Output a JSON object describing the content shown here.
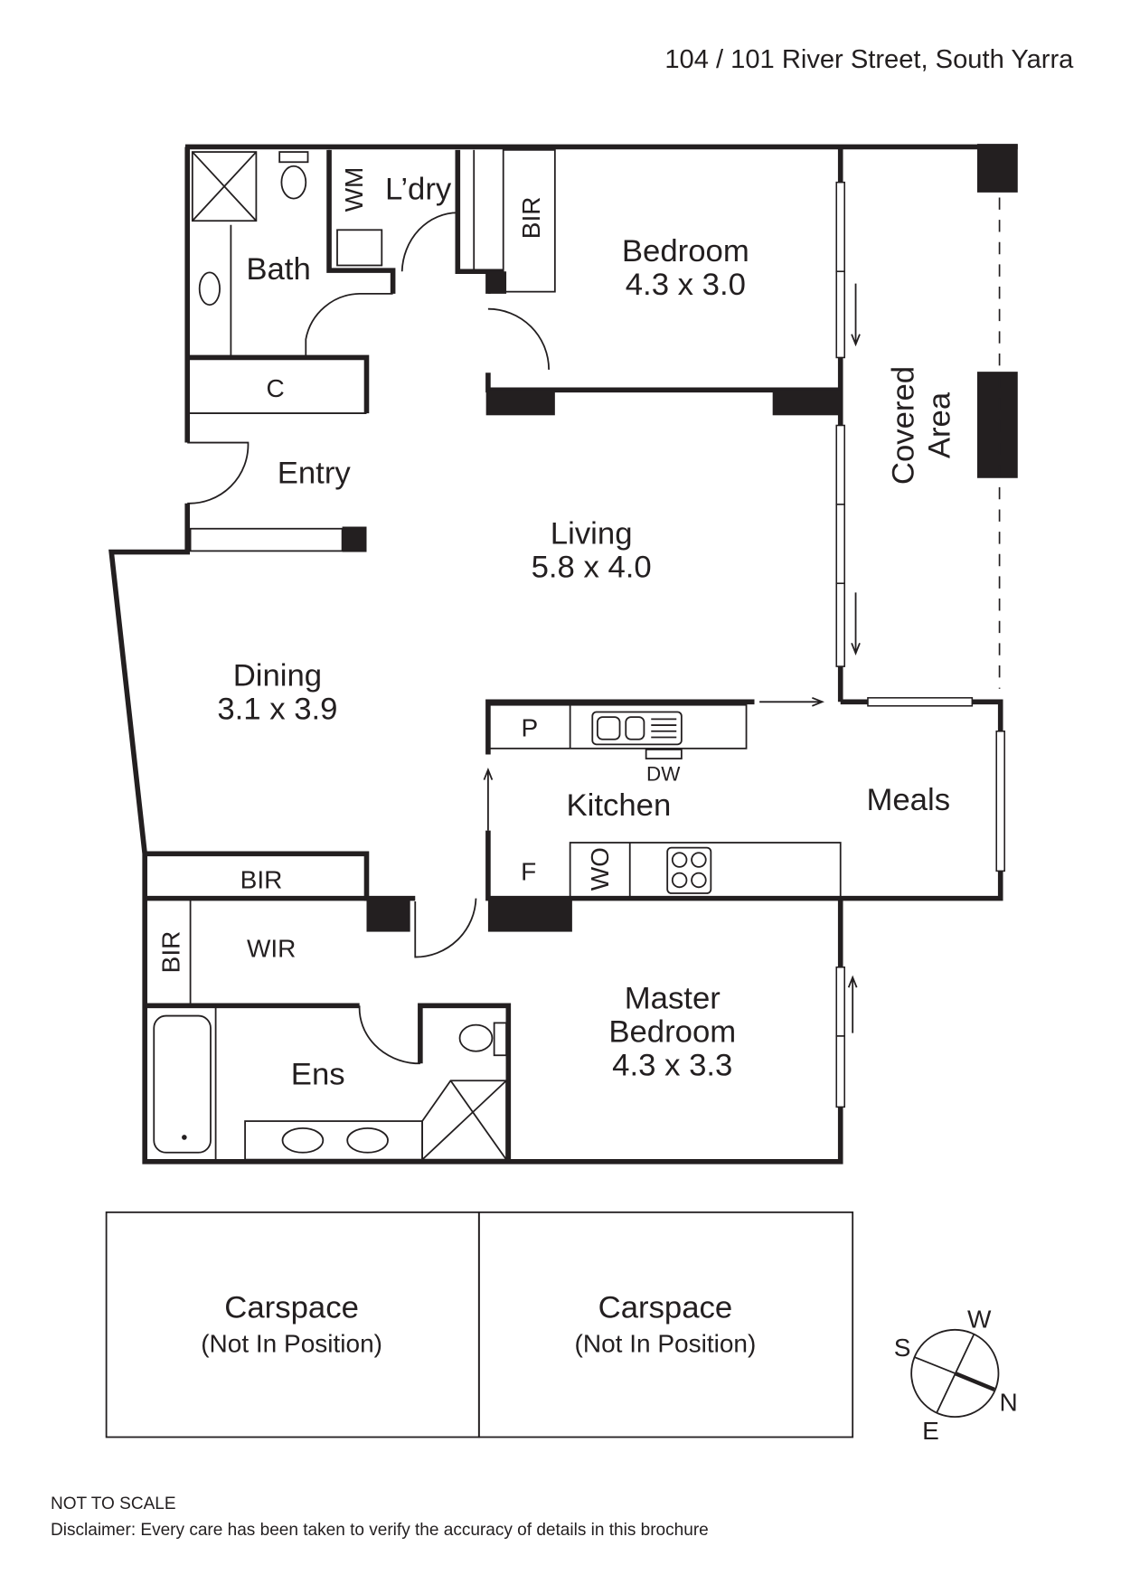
{
  "header": {
    "address": "104 / 101 River Street, South Yarra"
  },
  "rooms": {
    "bath": "Bath",
    "laundry": "L’dry",
    "wm": "WM",
    "bir_top": "BIR",
    "bedroom": {
      "name": "Bedroom",
      "size": "4.3 x 3.0"
    },
    "cupboard": "C",
    "entry": "Entry",
    "living": {
      "name": "Living",
      "size": "5.8 x 4.0"
    },
    "covered_area": {
      "line1": "Covered",
      "line2": "Area"
    },
    "dining": {
      "name": "Dining",
      "size": "3.1 x 3.9"
    },
    "pantry": "P",
    "dw": "DW",
    "kitchen": "Kitchen",
    "meals": "Meals",
    "fridge": "F",
    "wo": "WO",
    "bir_hall": "BIR",
    "bir_side": "BIR",
    "wir": "WIR",
    "master": {
      "line1": "Master",
      "line2": "Bedroom",
      "size": "4.3 x 3.3"
    },
    "ens": "Ens"
  },
  "carspaces": [
    {
      "name": "Carspace",
      "note": "(Not In Position)"
    },
    {
      "name": "Carspace",
      "note": "(Not In Position)"
    }
  ],
  "compass": {
    "w": "W",
    "s": "S",
    "n": "N",
    "e": "E"
  },
  "footer": {
    "scale": "NOT TO SCALE",
    "disclaimer": "Disclaimer: Every care has been taken to verify the accuracy of details in this brochure"
  }
}
